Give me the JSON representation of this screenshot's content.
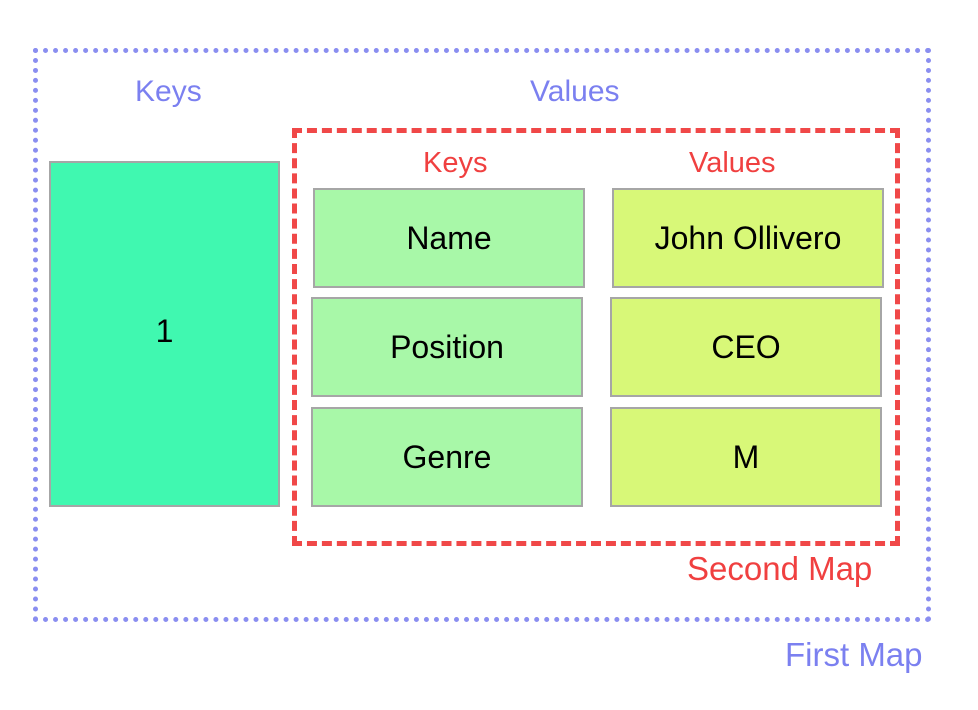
{
  "first_map": {
    "title": "First Map",
    "keys_header": "Keys",
    "values_header": "Values",
    "key": "1",
    "color": "#7b80f0"
  },
  "second_map": {
    "title": "Second Map",
    "keys_header": "Keys",
    "values_header": "Values",
    "color": "#f04040",
    "rows": [
      {
        "key": "Name",
        "value": "John  Ollivero"
      },
      {
        "key": "Position",
        "value": "CEO"
      },
      {
        "key": "Genre",
        "value": "M"
      }
    ]
  }
}
